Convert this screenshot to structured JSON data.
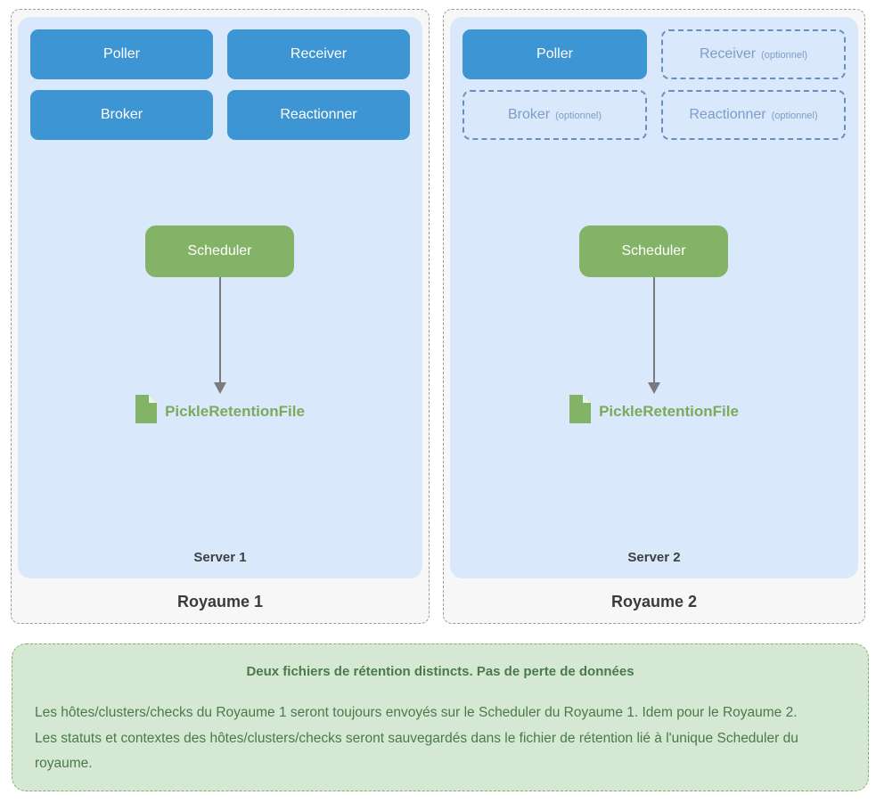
{
  "kingdoms": [
    {
      "label": "Royaume 1",
      "server_label": "Server 1",
      "components": [
        {
          "label": "Poller"
        },
        {
          "label": "Receiver"
        },
        {
          "label": "Broker"
        },
        {
          "label": "Reactionner"
        }
      ],
      "scheduler_label": "Scheduler",
      "file_label": "PickleRetentionFile"
    },
    {
      "label": "Royaume 2",
      "server_label": "Server 2",
      "components": [
        {
          "label": "Poller"
        },
        {
          "label": "Receiver",
          "optional_label": "(optionnel)"
        },
        {
          "label": "Broker",
          "optional_label": "(optionnel)"
        },
        {
          "label": "Reactionner",
          "optional_label": "(optionnel)"
        }
      ],
      "scheduler_label": "Scheduler",
      "file_label": "PickleRetentionFile"
    }
  ],
  "note": {
    "title": "Deux fichiers de rétention distincts. Pas de perte de données",
    "paragraphs": [
      "Les hôtes/clusters/checks du Royaume 1 seront toujours envoyés sur le Scheduler du Royaume 1. Idem pour le Royaume 2.",
      "Les statuts et contextes des hôtes/clusters/checks seront sauvegardés dans le fichier de rétention lié à l'unique Scheduler du royaume."
    ]
  },
  "colors": {
    "component_blue": "#3e95d4",
    "server_background": "#dae8fc",
    "optional_dashed_border": "#6c8ebf",
    "optional_text": "#7f9cc9",
    "scheduler_green": "#82b366",
    "file_text_green": "#7daa5a",
    "note_background": "#d5e8d4",
    "note_border": "#82b366",
    "note_text": "#4a7a4a",
    "arrow_gray": "#7a7a7a"
  }
}
